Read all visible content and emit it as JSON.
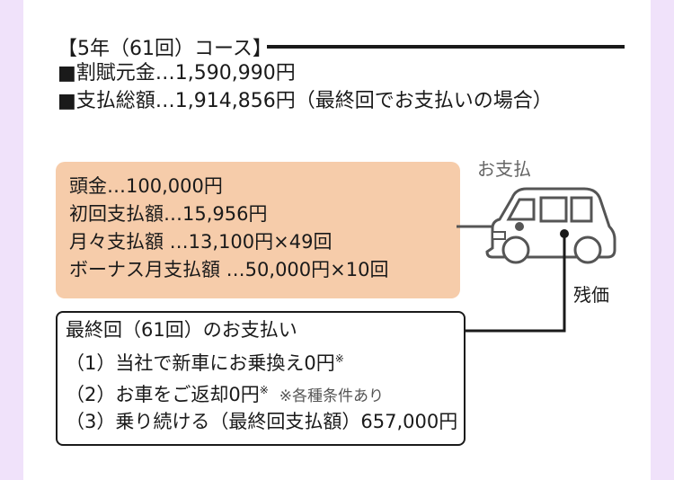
{
  "plan": {
    "title": "【5年（61回）コース】",
    "principal": "■割賦元金…1,590,990円",
    "total": "■支払総額…1,914,856円（最終回でお支払いの場合）"
  },
  "payments": {
    "down": "頭金…100,000円",
    "first": "初回支払額…15,956円",
    "monthly": "月々支払額 …13,100円×49回",
    "bonus": "ボーナス月支払額 …50,000円×10回"
  },
  "diagram": {
    "payment_label": "お支払",
    "residual_label": "残価"
  },
  "final": {
    "heading": "最終回（61回）のお支払い",
    "option1": "（1）当社で新車にお乗換え0円",
    "option1_mark": "※",
    "option2": "（2）お車をご返却0円",
    "option2_mark": "※",
    "note": "※各種条件あり",
    "option3": "（3）乗り続ける（最終回支払額）657,000円"
  }
}
